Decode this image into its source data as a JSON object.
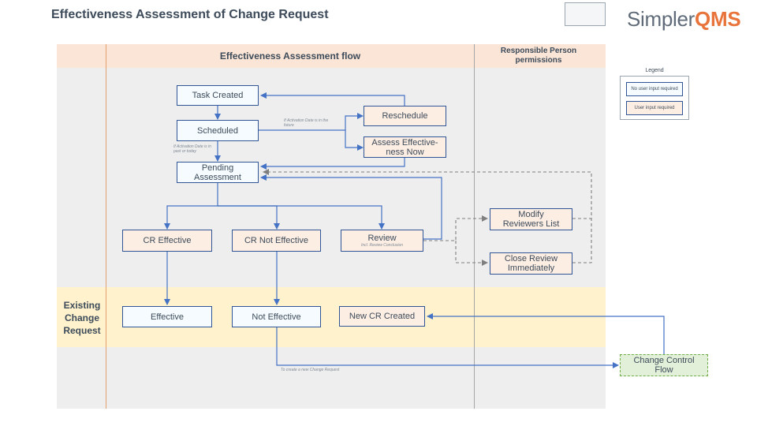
{
  "title": "Effectiveness Assessment of Change Request",
  "logo": {
    "prefix": "Simpler",
    "suffix": "QMS"
  },
  "lanes": {
    "flow_header": "Effectiveness Assessment flow",
    "permissions_header": "Responsible Person permissions",
    "existing_label": "Existing Change Request"
  },
  "legend": {
    "title": "Legend",
    "no_input": "No user input required",
    "user_input": "User input required"
  },
  "nodes": {
    "task_created": "Task Created",
    "scheduled": "Scheduled",
    "reschedule": "Reschedule",
    "assess_now": "Assess Effective-ness Now",
    "pending": "Pending Assessment",
    "cr_effective": "CR Effective",
    "cr_not_effective": "CR Not Effective",
    "review": "Review",
    "review_sub": "Incl. Review Conclusion",
    "modify_reviewers": "Modify Reviewers List",
    "close_review": "Close Review Immediately",
    "effective": "Effective",
    "not_effective": "Not Effective",
    "new_cr": "New CR Created",
    "change_control": "Change Control Flow"
  },
  "notes": {
    "future": "If Activation Date is in the future",
    "past": "If Activation Date is in past or today",
    "new_cr": "To create a new Change Request"
  },
  "colors": {
    "arrow": "#4472c4",
    "dashed_arrow": "#7f7f7f",
    "peach": "#fbe5d6",
    "grey": "#eeeeee",
    "yellow": "#fff2cc",
    "orange_line": "#e0a070"
  }
}
